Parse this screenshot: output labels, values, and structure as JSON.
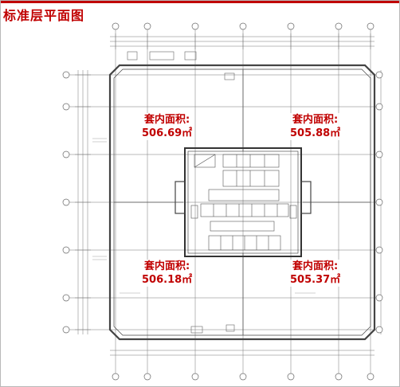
{
  "title": "标准层平面图",
  "areas": [
    {
      "label": "套内面积:",
      "value": "506.69㎡"
    },
    {
      "label": "套内面积:",
      "value": "505.88㎡"
    },
    {
      "label": "套内面积:",
      "value": "506.18㎡"
    },
    {
      "label": "套内面积:",
      "value": "505.37㎡"
    }
  ],
  "colors": {
    "accent": "#c00000",
    "line": "#555555"
  }
}
